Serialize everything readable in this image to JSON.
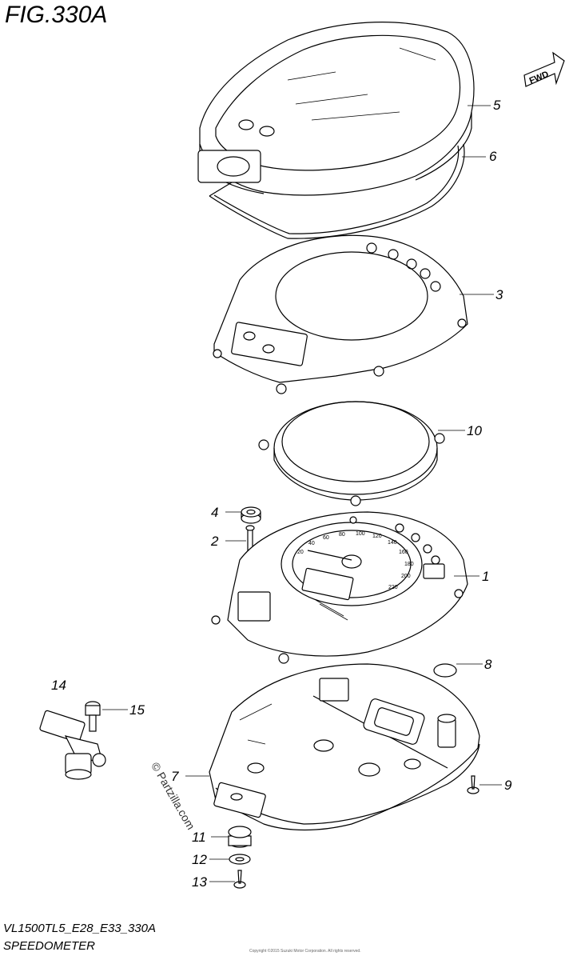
{
  "figure": {
    "title": "FIG.330A",
    "model_code": "VL1500TL5_E28_E33_330A",
    "name": "SPEEDOMETER",
    "watermark": "© Partzilla.com",
    "fine_print": "Copyright ©2015 Suzuki Motor Corporation. All rights reserved."
  },
  "direction_badge": {
    "label": "FWD"
  },
  "callouts": [
    {
      "number": "5"
    },
    {
      "number": "6"
    },
    {
      "number": "3"
    },
    {
      "number": "10"
    },
    {
      "number": "4"
    },
    {
      "number": "2"
    },
    {
      "number": "1"
    },
    {
      "number": "8"
    },
    {
      "number": "14"
    },
    {
      "number": "15"
    },
    {
      "number": "7"
    },
    {
      "number": "9"
    },
    {
      "number": "11"
    },
    {
      "number": "12"
    },
    {
      "number": "13"
    }
  ],
  "dial_scale": [
    "20",
    "40",
    "60",
    "80",
    "100",
    "120",
    "140",
    "160",
    "180",
    "200",
    "220"
  ]
}
